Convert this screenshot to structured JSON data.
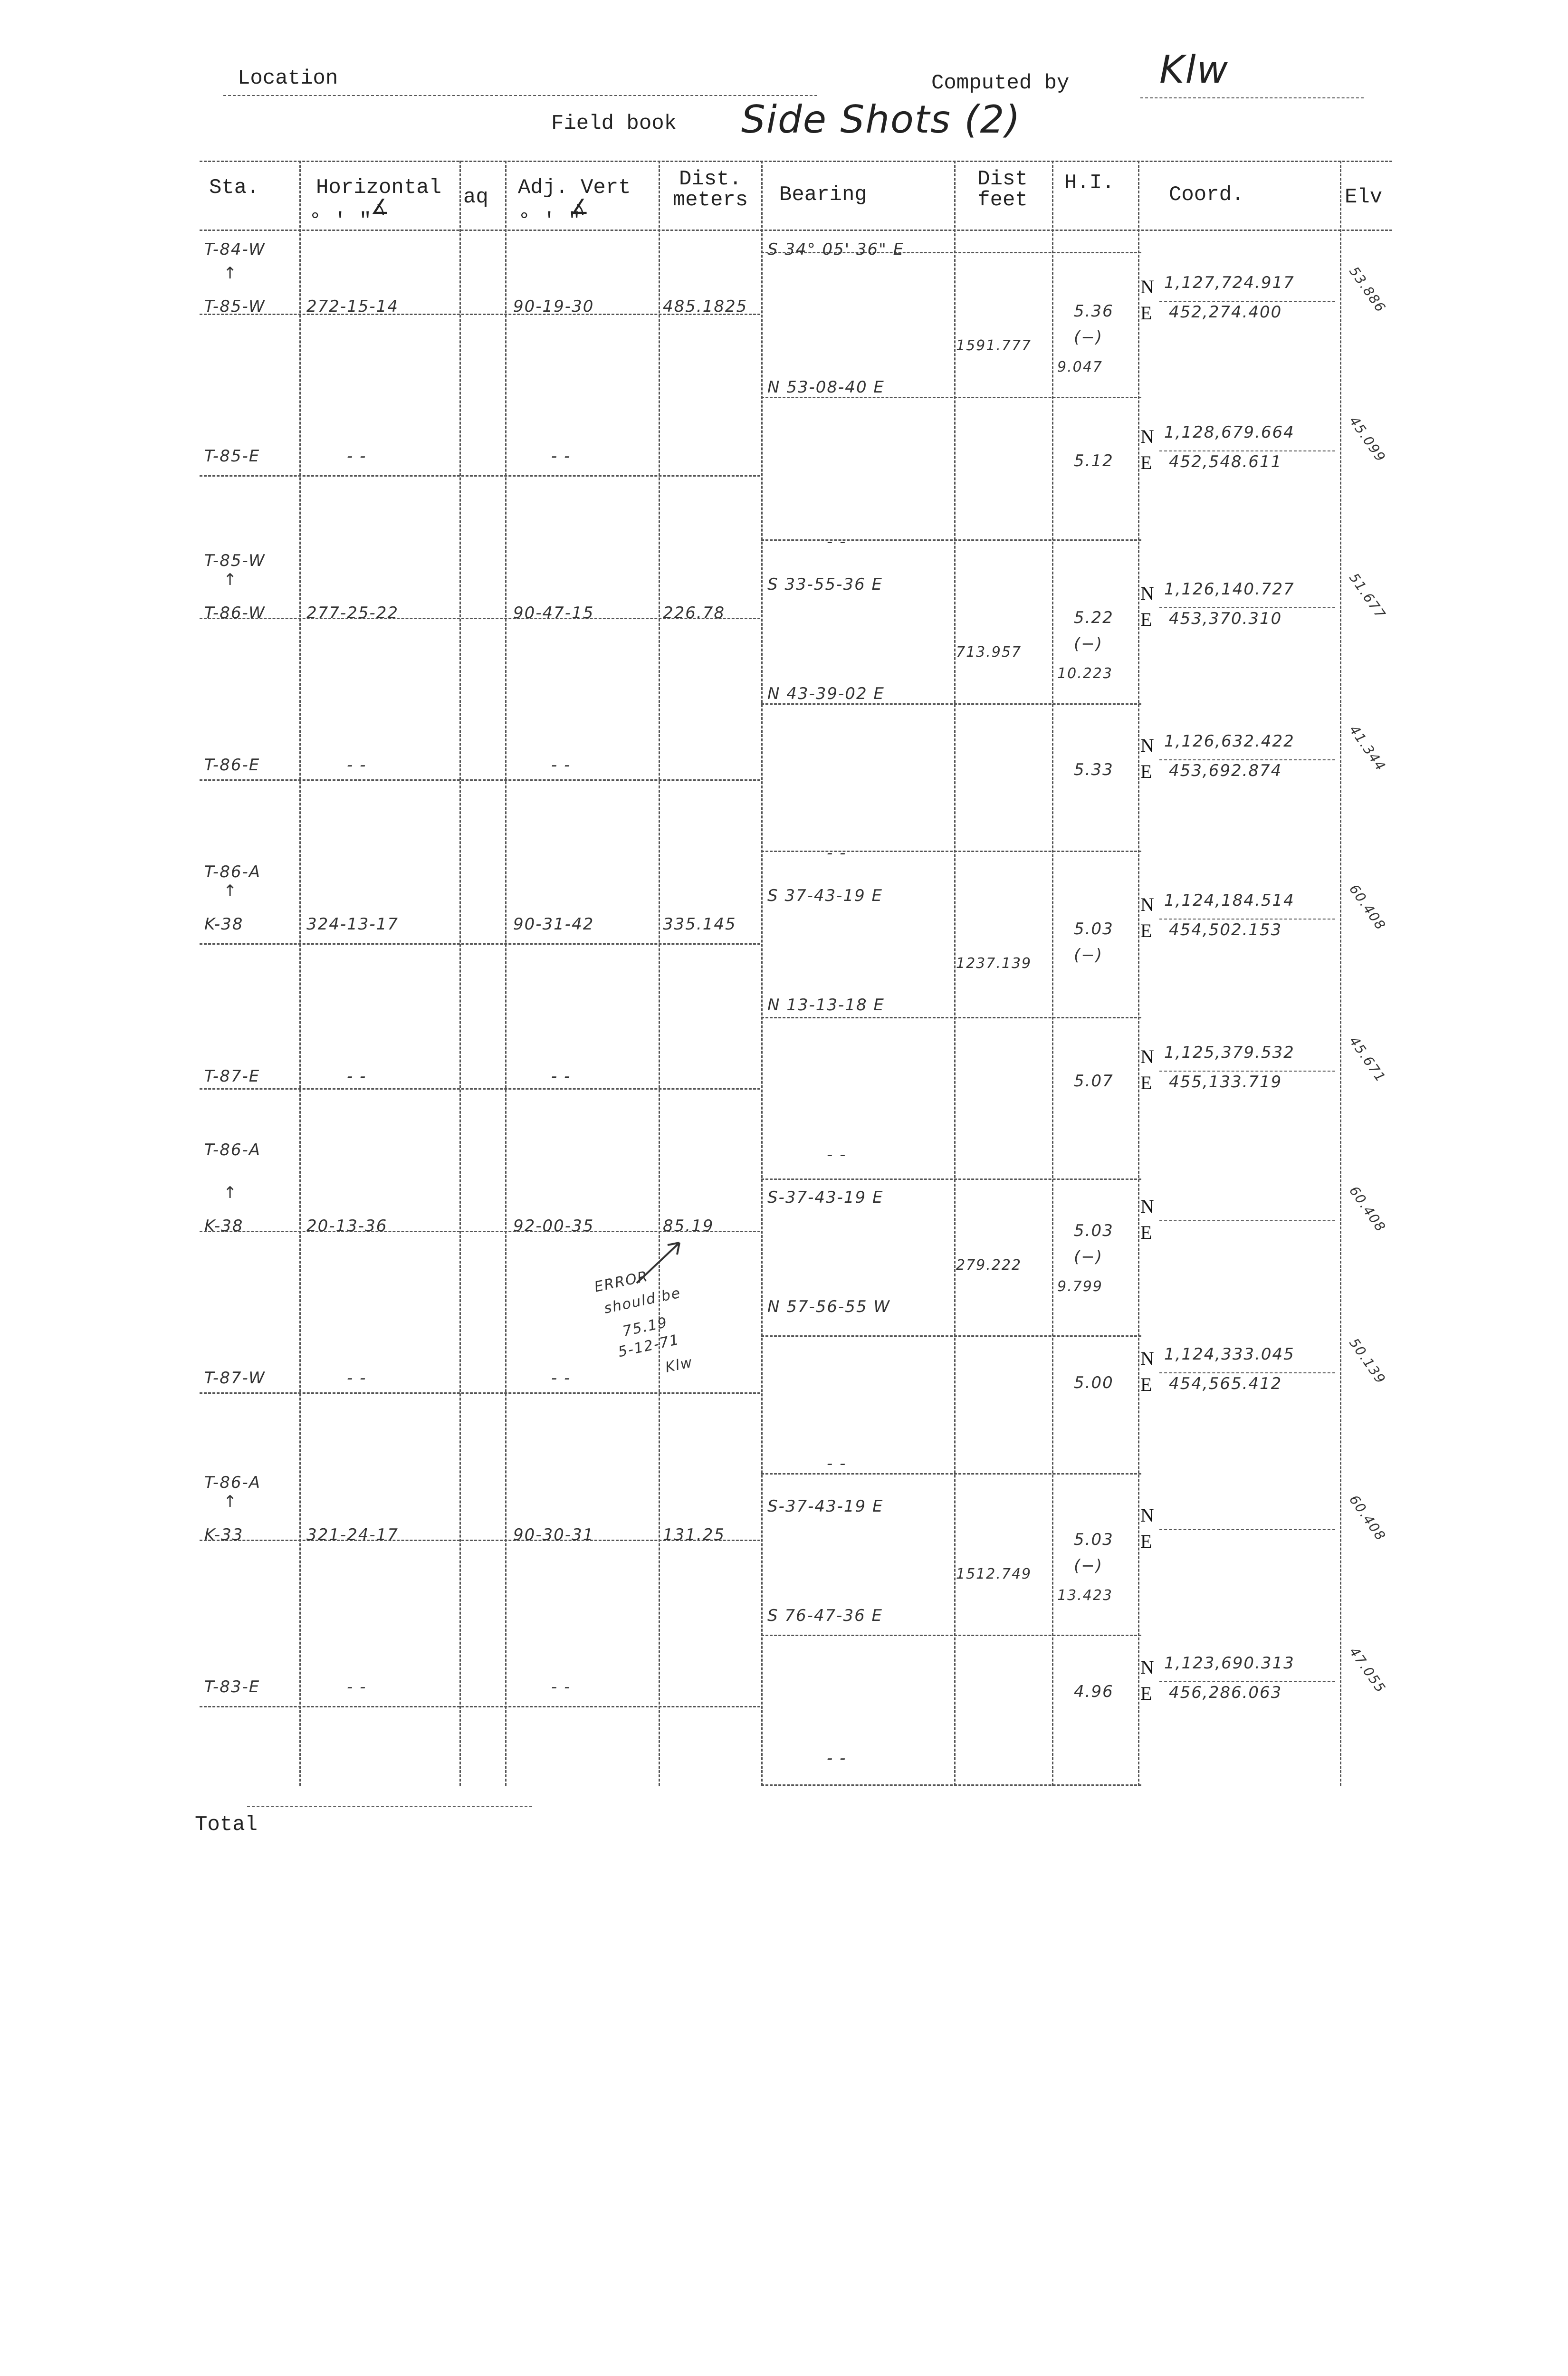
{
  "header": {
    "location_label": "Location",
    "computed_by_label": "Computed by",
    "computed_by_signature": "Klw",
    "field_book_label": "Field book",
    "field_book_value": "Side Shots (2)"
  },
  "columns": {
    "sta": "Sta.",
    "horizontal": "Horizontal",
    "horizontal_sub": "∡",
    "aq": "aq",
    "adj_vert": "Adj. Vert",
    "adj_vert_sub": "∡",
    "dist_meters": "Dist. meters",
    "bearing": "Bearing",
    "dist_feet": "Dist feet",
    "hi": "H.I.",
    "coord": "Coord.",
    "elev": "Elv",
    "angle_units": "°  '  \""
  },
  "rows": [
    {
      "sta": "T-84-W"
    },
    {
      "sta": "T-85-W",
      "horizontal": "272-15-14",
      "vertical": "90-19-30",
      "dist_m": "485.1825",
      "bearing_back": "S 34° 05' 36\" E",
      "bearing_fwd": "N 53-08-40 E",
      "dist_ft": "1591.777",
      "hi": "5.36",
      "hi_sign": "(−)",
      "hi_diff": "9.047",
      "north": "1,127,724.917",
      "east": "452,274.400",
      "elev": "53.886"
    },
    {
      "sta": "T-85-E",
      "horizontal": "- -",
      "vertical": "- -",
      "hi": "5.12",
      "north": "1,128,679.664",
      "east": "452,548.611",
      "elev": "45.099"
    },
    {
      "sta": "T-85-W"
    },
    {
      "sta": "T-86-W",
      "horizontal": "277-25-22",
      "vertical": "90-47-15",
      "dist_m": "226.78",
      "bearing_dash": "- -",
      "bearing_back": "S 33-55-36 E",
      "bearing_fwd": "N 43-39-02 E",
      "dist_ft": "713.957",
      "hi": "5.22",
      "hi_sign": "(−)",
      "hi_diff": "10.223",
      "north": "1,126,140.727",
      "east": "453,370.310",
      "elev": "51.677"
    },
    {
      "sta": "T-86-E",
      "horizontal": "- -",
      "vertical": "- -",
      "hi": "5.33",
      "north": "1,126,632.422",
      "east": "453,692.874",
      "elev": "41.344"
    },
    {
      "sta": "T-86-A"
    },
    {
      "sta": "K-38",
      "horizontal": "324-13-17",
      "vertical": "90-31-42",
      "dist_m": "335.145",
      "bearing_dash": "- -",
      "bearing_back": "S 37-43-19 E",
      "bearing_fwd": "N 13-13-18 E",
      "dist_ft": "1237.139",
      "hi": "5.03",
      "hi_sign": "(−)",
      "north": "1,124,184.514",
      "east": "454,502.153",
      "elev": "60.408"
    },
    {
      "sta": "T-87-E",
      "horizontal": "- -",
      "vertical": "- -",
      "hi": "5.07",
      "north": "1,125,379.532",
      "east": "455,133.719",
      "elev": "45.671"
    },
    {
      "sta": "T-86-A"
    },
    {
      "sta": "K-38",
      "horizontal": "20-13-36",
      "vertical": "92-00-35",
      "dist_m": "85.19",
      "bearing_dash": "- -",
      "bearing_back": "S-37-43-19 E",
      "bearing_fwd": "N 57-56-55 W",
      "dist_ft": "279.222",
      "hi": "5.03",
      "hi_sign": "(−)",
      "hi_diff": "9.799",
      "elev": "60.408"
    },
    {
      "sta": "T-87-W",
      "horizontal": "- -",
      "vertical": "- -",
      "hi": "5.00",
      "north": "1,124,333.045",
      "east": "454,565.412",
      "elev": "50.139"
    },
    {
      "sta": "T-86-A"
    },
    {
      "sta": "K-33",
      "horizontal": "321-24-17",
      "vertical": "90-30-31",
      "dist_m": "131.25",
      "bearing_dash": "- -",
      "bearing_back": "S-37-43-19 E",
      "bearing_fwd": "S 76-47-36 E",
      "dist_ft": "1512.749",
      "hi": "5.03",
      "hi_sign": "(−)",
      "hi_diff": "13.423",
      "elev": "60.408"
    },
    {
      "sta": "T-83-E",
      "horizontal": "- -",
      "vertical": "- -",
      "hi": "4.96",
      "north": "1,123,690.313",
      "east": "456,286.063",
      "elev": "47.055",
      "bearing_dash_after": "- -"
    }
  ],
  "annotation": {
    "line1": "ERROR",
    "line2": "should be",
    "line3": "75.19",
    "line4": "5-12-71",
    "initials": "Klw"
  },
  "ne_labels": {
    "n": "N",
    "e": "E"
  },
  "arrow": "↑",
  "footer": {
    "total_label": "Total"
  }
}
